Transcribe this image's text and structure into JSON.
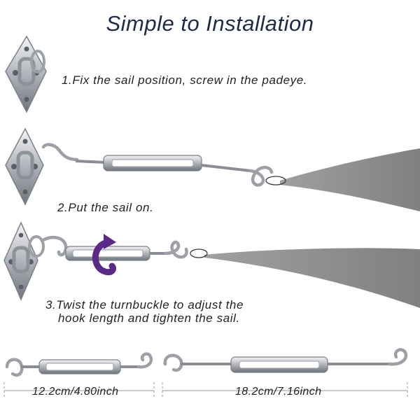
{
  "title": "Simple to Installation",
  "steps": [
    {
      "label": "1.Fix the sail position, screw in the padeye."
    },
    {
      "label": "2.Put the sail on."
    },
    {
      "line1": "3.Twist the turnbuckle to adjust the",
      "line2": "hook length and tighten the sail."
    }
  ],
  "dimensions": {
    "small": "12.2cm/4.80inch",
    "large": "18.2cm/7.16inch"
  },
  "colors": {
    "title": "#1f2a4a",
    "sail": "#8c8c8c",
    "metal": "#b9bcc2",
    "twist_arrow": "#5b2a86"
  },
  "icons": [
    "padeye-icon",
    "turnbuckle-icon",
    "hook-icon",
    "sail-icon",
    "twist-arrow-icon"
  ]
}
